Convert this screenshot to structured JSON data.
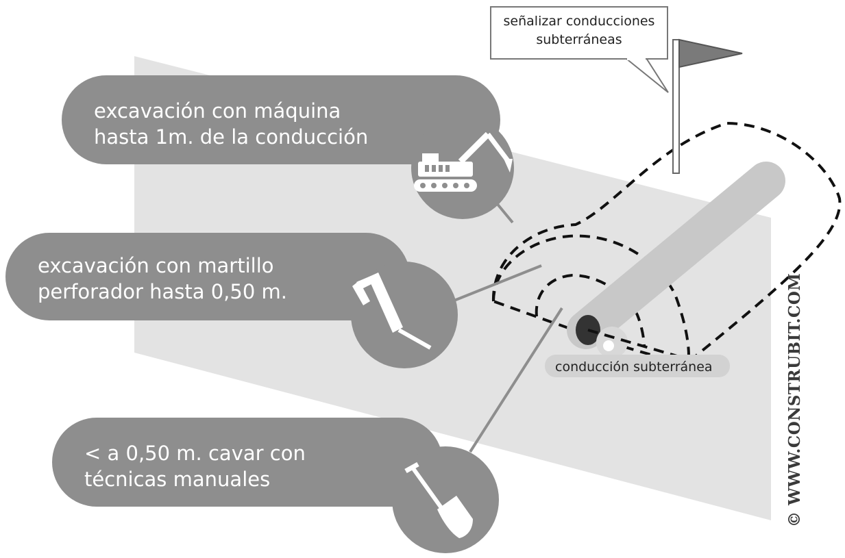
{
  "callout": {
    "line1": "señalizar conducciones",
    "line2": "subterráneas"
  },
  "labels": [
    {
      "line1": "excavación con máquina",
      "line2": "hasta 1m. de la conducción",
      "icon": "excavator-icon"
    },
    {
      "line1": "excavación con martillo",
      "line2": "perforador hasta 0,50 m.",
      "icon": "jackhammer-icon"
    },
    {
      "line1": "< a 0,50 m. cavar con",
      "line2": "técnicas manuales",
      "icon": "shovel-icon"
    }
  ],
  "pipe_label": "conducción subterránea",
  "watermark": "© WWW.CONSTRUBIT.COM",
  "colors": {
    "badge": "#8e8e8e",
    "wall": "#e3e3e3",
    "pipe": "#c8c8c8",
    "pipe_end": "#333333",
    "flag": "#7a7a7a"
  }
}
